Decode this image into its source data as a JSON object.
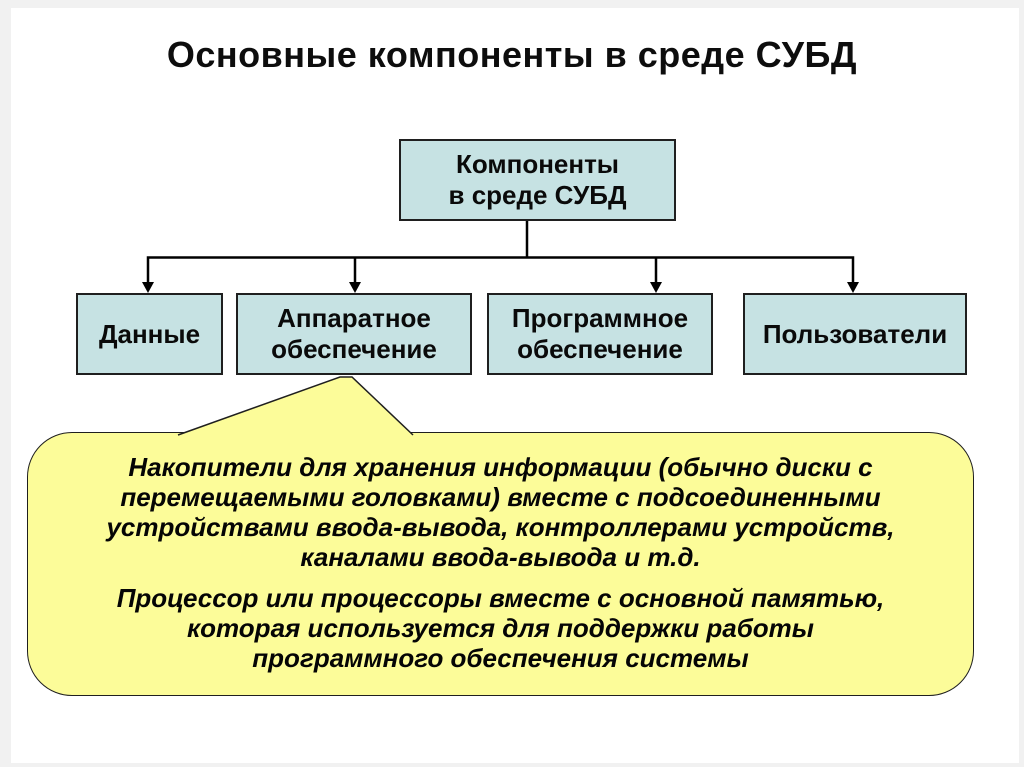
{
  "slide": {
    "title": "Основные компоненты в среде СУБД"
  },
  "diagram": {
    "root_box": {
      "label": "Компоненты в среде СУБД",
      "lines": [
        "Компоненты",
        "в среде СУБД"
      ]
    },
    "child_boxes": [
      {
        "label": "Данные"
      },
      {
        "label": "Аппаратное обеспечение"
      },
      {
        "label": "Программное обеспечение"
      },
      {
        "label": "Пользователи"
      }
    ]
  },
  "callout": {
    "points_to": "Аппаратное обеспечение",
    "paragraphs": [
      {
        "text": "Накопители для хранения информации (обычно диски с перемещаемыми головками) вместе с подсоединенными устройствами ввода-вывода, контроллерами устройств, каналами ввода-вывода и т.д.",
        "lines": [
          "Накопители для хранения информации (обычно диски с",
          "перемещаемыми головками) вместе с подсоединенными",
          "устройствами ввода-вывода, контроллерами устройств,",
          "каналами ввода-вывода и т.д."
        ]
      },
      {
        "text": "Процессор или процессоры вместе с основной памятью, которая используется для поддержки работы программного обеспечения системы",
        "lines": [
          "Процессор или процессоры вместе с основной памятью,",
          "которая используется для поддержки работы",
          "программного обеспечения системы"
        ]
      }
    ]
  },
  "theme": {
    "box_fill": "#c6e2e3",
    "box_border": "#1f1f1f",
    "callout_fill": "#fcfc99",
    "callout_border": "#1f1f1f",
    "connector": "#000000"
  }
}
